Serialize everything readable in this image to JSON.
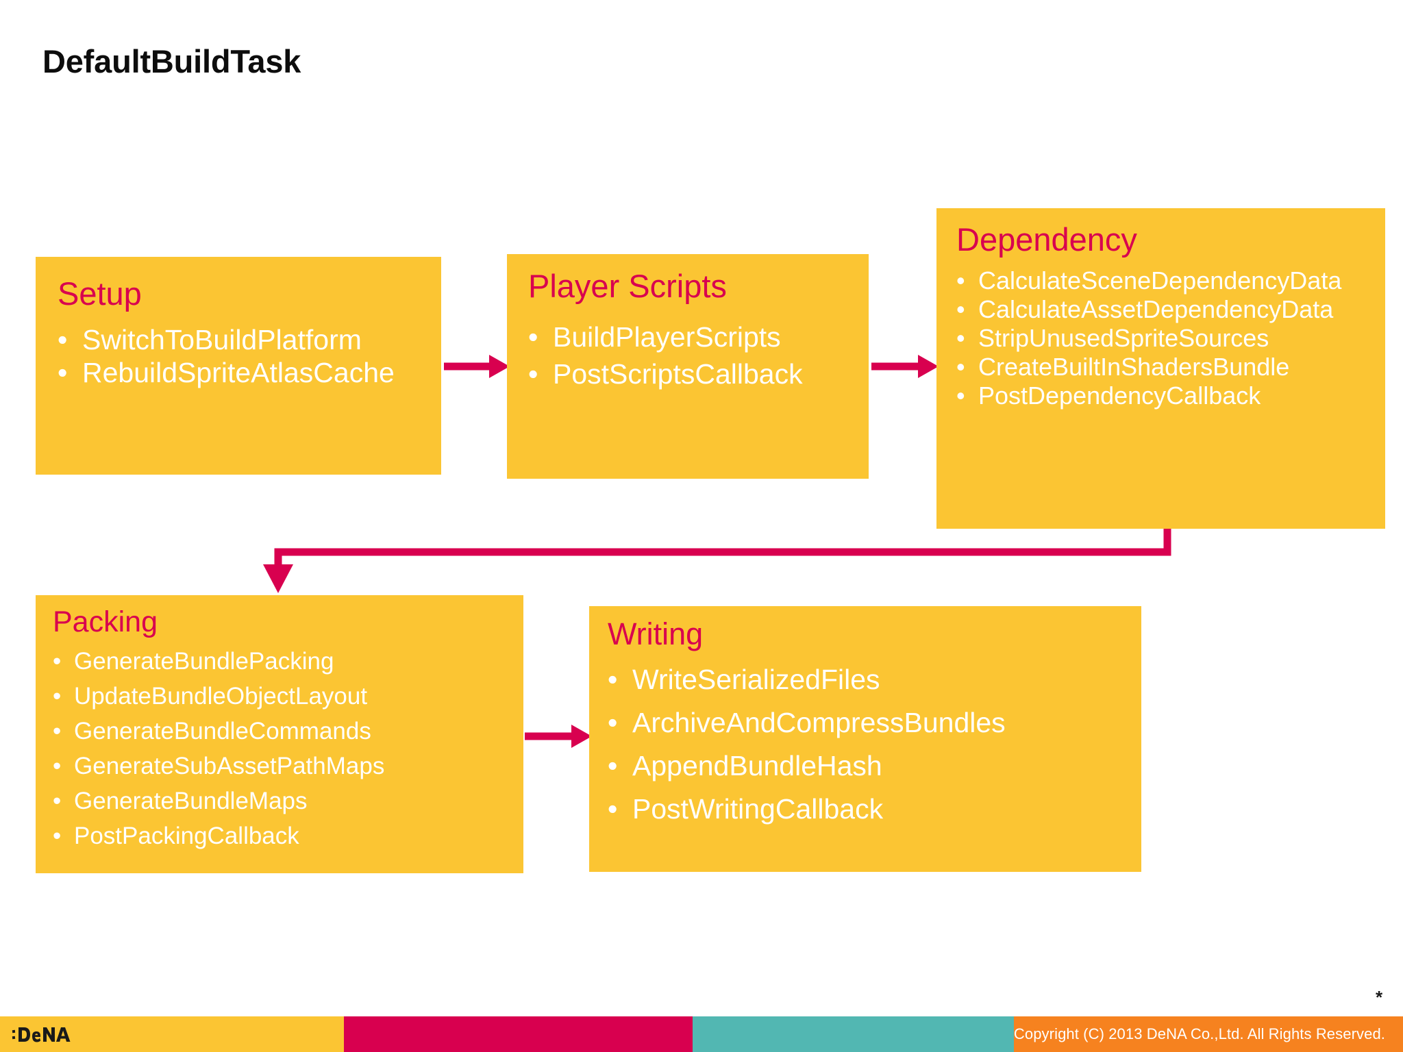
{
  "slide": {
    "title": "DefaultBuildTask",
    "footnote_marker": "*",
    "colors": {
      "box_fill": "#FBC533",
      "heading": "#D8004F",
      "bullet_text": "#FFFFFF",
      "arrow": "#D8004F",
      "title": "#0D0D0D",
      "footer_yellow": "#FBC533",
      "footer_crimson": "#D8004F",
      "footer_teal": "#52B7B2",
      "footer_orange": "#F6821F"
    }
  },
  "diagram": {
    "type": "flowchart",
    "boxes": [
      {
        "id": "setup",
        "heading": "Setup",
        "items": [
          "SwitchToBuildPlatform",
          "RebuildSpriteAtlasCache"
        ]
      },
      {
        "id": "player_scripts",
        "heading": "Player Scripts",
        "items": [
          "BuildPlayerScripts",
          "PostScriptsCallback"
        ]
      },
      {
        "id": "dependency",
        "heading": "Dependency",
        "items": [
          "CalculateSceneDependencyData",
          "CalculateAssetDependencyData",
          "StripUnusedSpriteSources",
          "CreateBuiltInShadersBundle",
          "PostDependencyCallback"
        ]
      },
      {
        "id": "packing",
        "heading": "Packing",
        "items": [
          "GenerateBundlePacking",
          "UpdateBundleObjectLayout",
          "GenerateBundleCommands",
          "GenerateSubAssetPathMaps",
          "GenerateBundleMaps",
          "PostPackingCallback"
        ]
      },
      {
        "id": "writing",
        "heading": "Writing",
        "items": [
          "WriteSerializedFiles",
          "ArchiveAndCompressBundles",
          "AppendBundleHash",
          "PostWritingCallback"
        ]
      }
    ],
    "connections": [
      {
        "from": "setup",
        "to": "player_scripts",
        "style": "straight-right-arrow"
      },
      {
        "from": "player_scripts",
        "to": "dependency",
        "style": "straight-right-arrow"
      },
      {
        "from": "dependency",
        "to": "packing",
        "style": "elbow-down-left-arrow"
      },
      {
        "from": "packing",
        "to": "writing",
        "style": "straight-right-arrow"
      }
    ],
    "bullet_glyph": "•"
  },
  "footer": {
    "logo_text": "DeNA",
    "copyright": "Copyright (C) 2013 DeNA Co.,Ltd. All Rights Reserved."
  }
}
